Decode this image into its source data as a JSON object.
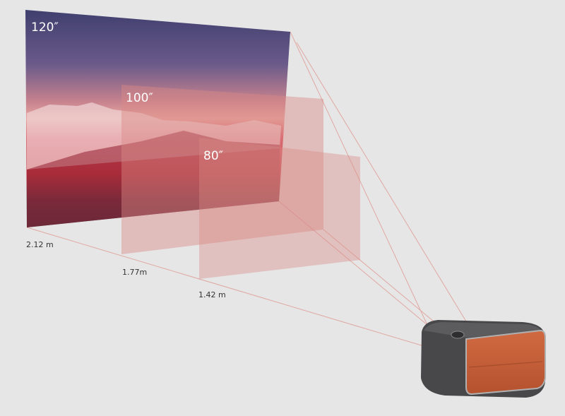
{
  "screens": [
    {
      "size_label": "120″",
      "distance_label": "2.12 m"
    },
    {
      "size_label": "100″",
      "distance_label": "1.77m"
    },
    {
      "size_label": "80″",
      "distance_label": "1.42 m"
    }
  ],
  "colors": {
    "background": "#e6e6e6",
    "overlay": "#d98a84",
    "projector_leather": "#c8603a",
    "projector_body": "#4a4a4c"
  }
}
